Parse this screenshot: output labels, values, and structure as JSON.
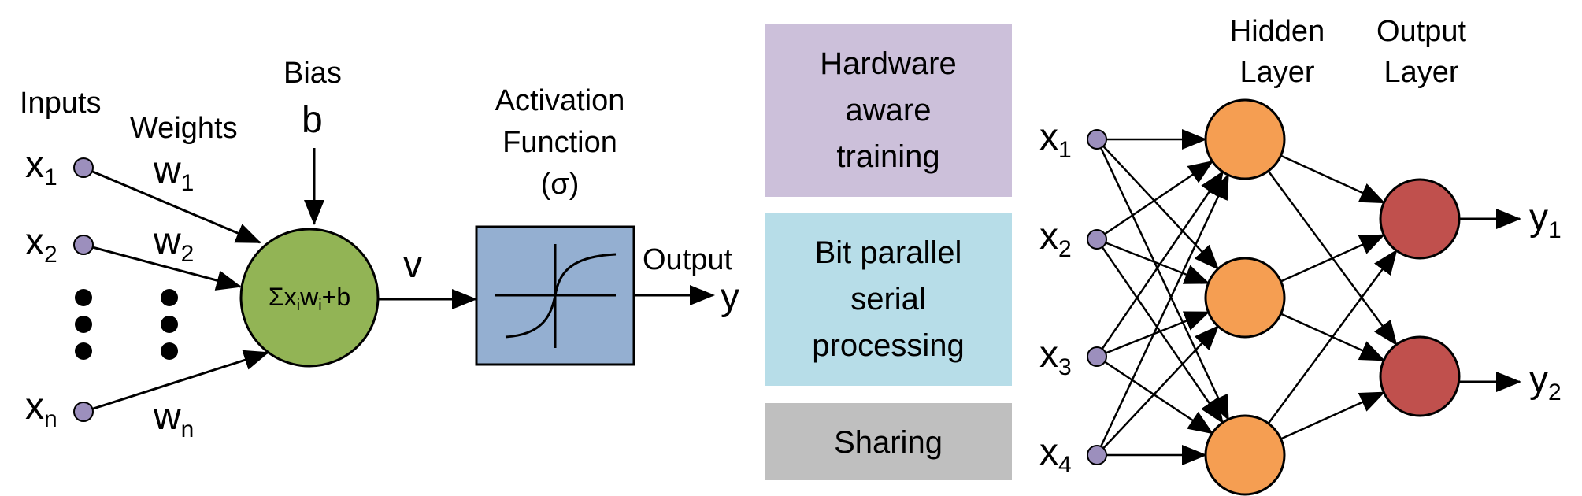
{
  "colors": {
    "input_node": "#9c8fbd",
    "summation_node": "#92b455",
    "activation_box": "#94afd1",
    "hidden_node": "#f59e52",
    "output_node": "#c0504d",
    "box_hardware": "#ccc0da",
    "box_bitparallel": "#b7dde8",
    "box_sharing": "#bfbfbf"
  },
  "perceptron": {
    "inputs_label": "Inputs",
    "weights_label": "Weights",
    "bias_label": "Bias",
    "bias_symbol": "b",
    "inputs": [
      {
        "base": "x",
        "sub": "1"
      },
      {
        "base": "x",
        "sub": "2"
      },
      {
        "base": "x",
        "sub": "n"
      }
    ],
    "weights": [
      {
        "base": "w",
        "sub": "1"
      },
      {
        "base": "w",
        "sub": "2"
      },
      {
        "base": "w",
        "sub": "n"
      }
    ],
    "sum_formula": {
      "p1": "Σx",
      "s1": "i",
      "p2": "w",
      "s2": "i",
      "p3": "+b"
    },
    "v_label": "v",
    "activation_title": [
      "Activation",
      "Function",
      "(σ)"
    ],
    "output_label": "Output",
    "output_symbol": "y"
  },
  "middle_boxes": [
    {
      "lines": [
        "Hardware",
        "aware",
        "training"
      ]
    },
    {
      "lines": [
        "Bit parallel",
        "serial",
        "processing"
      ]
    },
    {
      "lines": [
        "Sharing"
      ]
    }
  ],
  "network": {
    "hidden_title": [
      "Hidden",
      "Layer"
    ],
    "output_title": [
      "Output",
      "Layer"
    ],
    "inputs": [
      {
        "base": "x",
        "sub": "1"
      },
      {
        "base": "x",
        "sub": "2"
      },
      {
        "base": "x",
        "sub": "3"
      },
      {
        "base": "x",
        "sub": "4"
      }
    ],
    "outputs": [
      {
        "base": "y",
        "sub": "1"
      },
      {
        "base": "y",
        "sub": "2"
      }
    ]
  }
}
